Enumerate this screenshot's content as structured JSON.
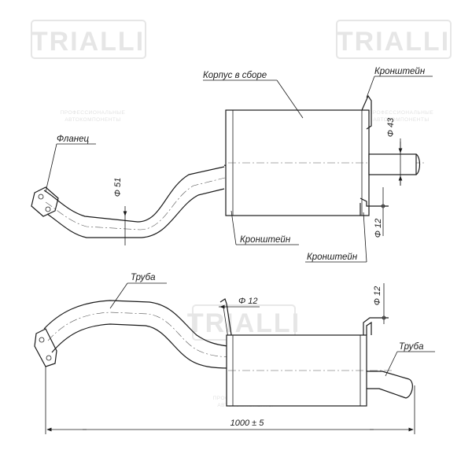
{
  "watermark": {
    "brand": "TRIALLI",
    "subtitle_line1": "ПРОФЕССИОНАЛЬНЫЕ",
    "subtitle_line2": "АВТОКОМПОНЕНТЫ"
  },
  "top_view": {
    "label_housing": "Корпус в сборе",
    "label_bracket_top": "Кронштейн",
    "label_flange": "Фланец",
    "label_bracket_mid": "Кронштейн",
    "label_bracket_bottom": "Кронштейн",
    "dim_pipe": "Φ 51",
    "dim_outlet": "Φ 43",
    "dim_bracket": "Φ 12"
  },
  "bottom_view": {
    "label_pipe_left": "Труба",
    "label_pipe_right": "Труба",
    "dim_bracket_left": "Φ 12",
    "dim_bracket_right": "Φ 12",
    "dim_length": "1000 ± 5"
  }
}
